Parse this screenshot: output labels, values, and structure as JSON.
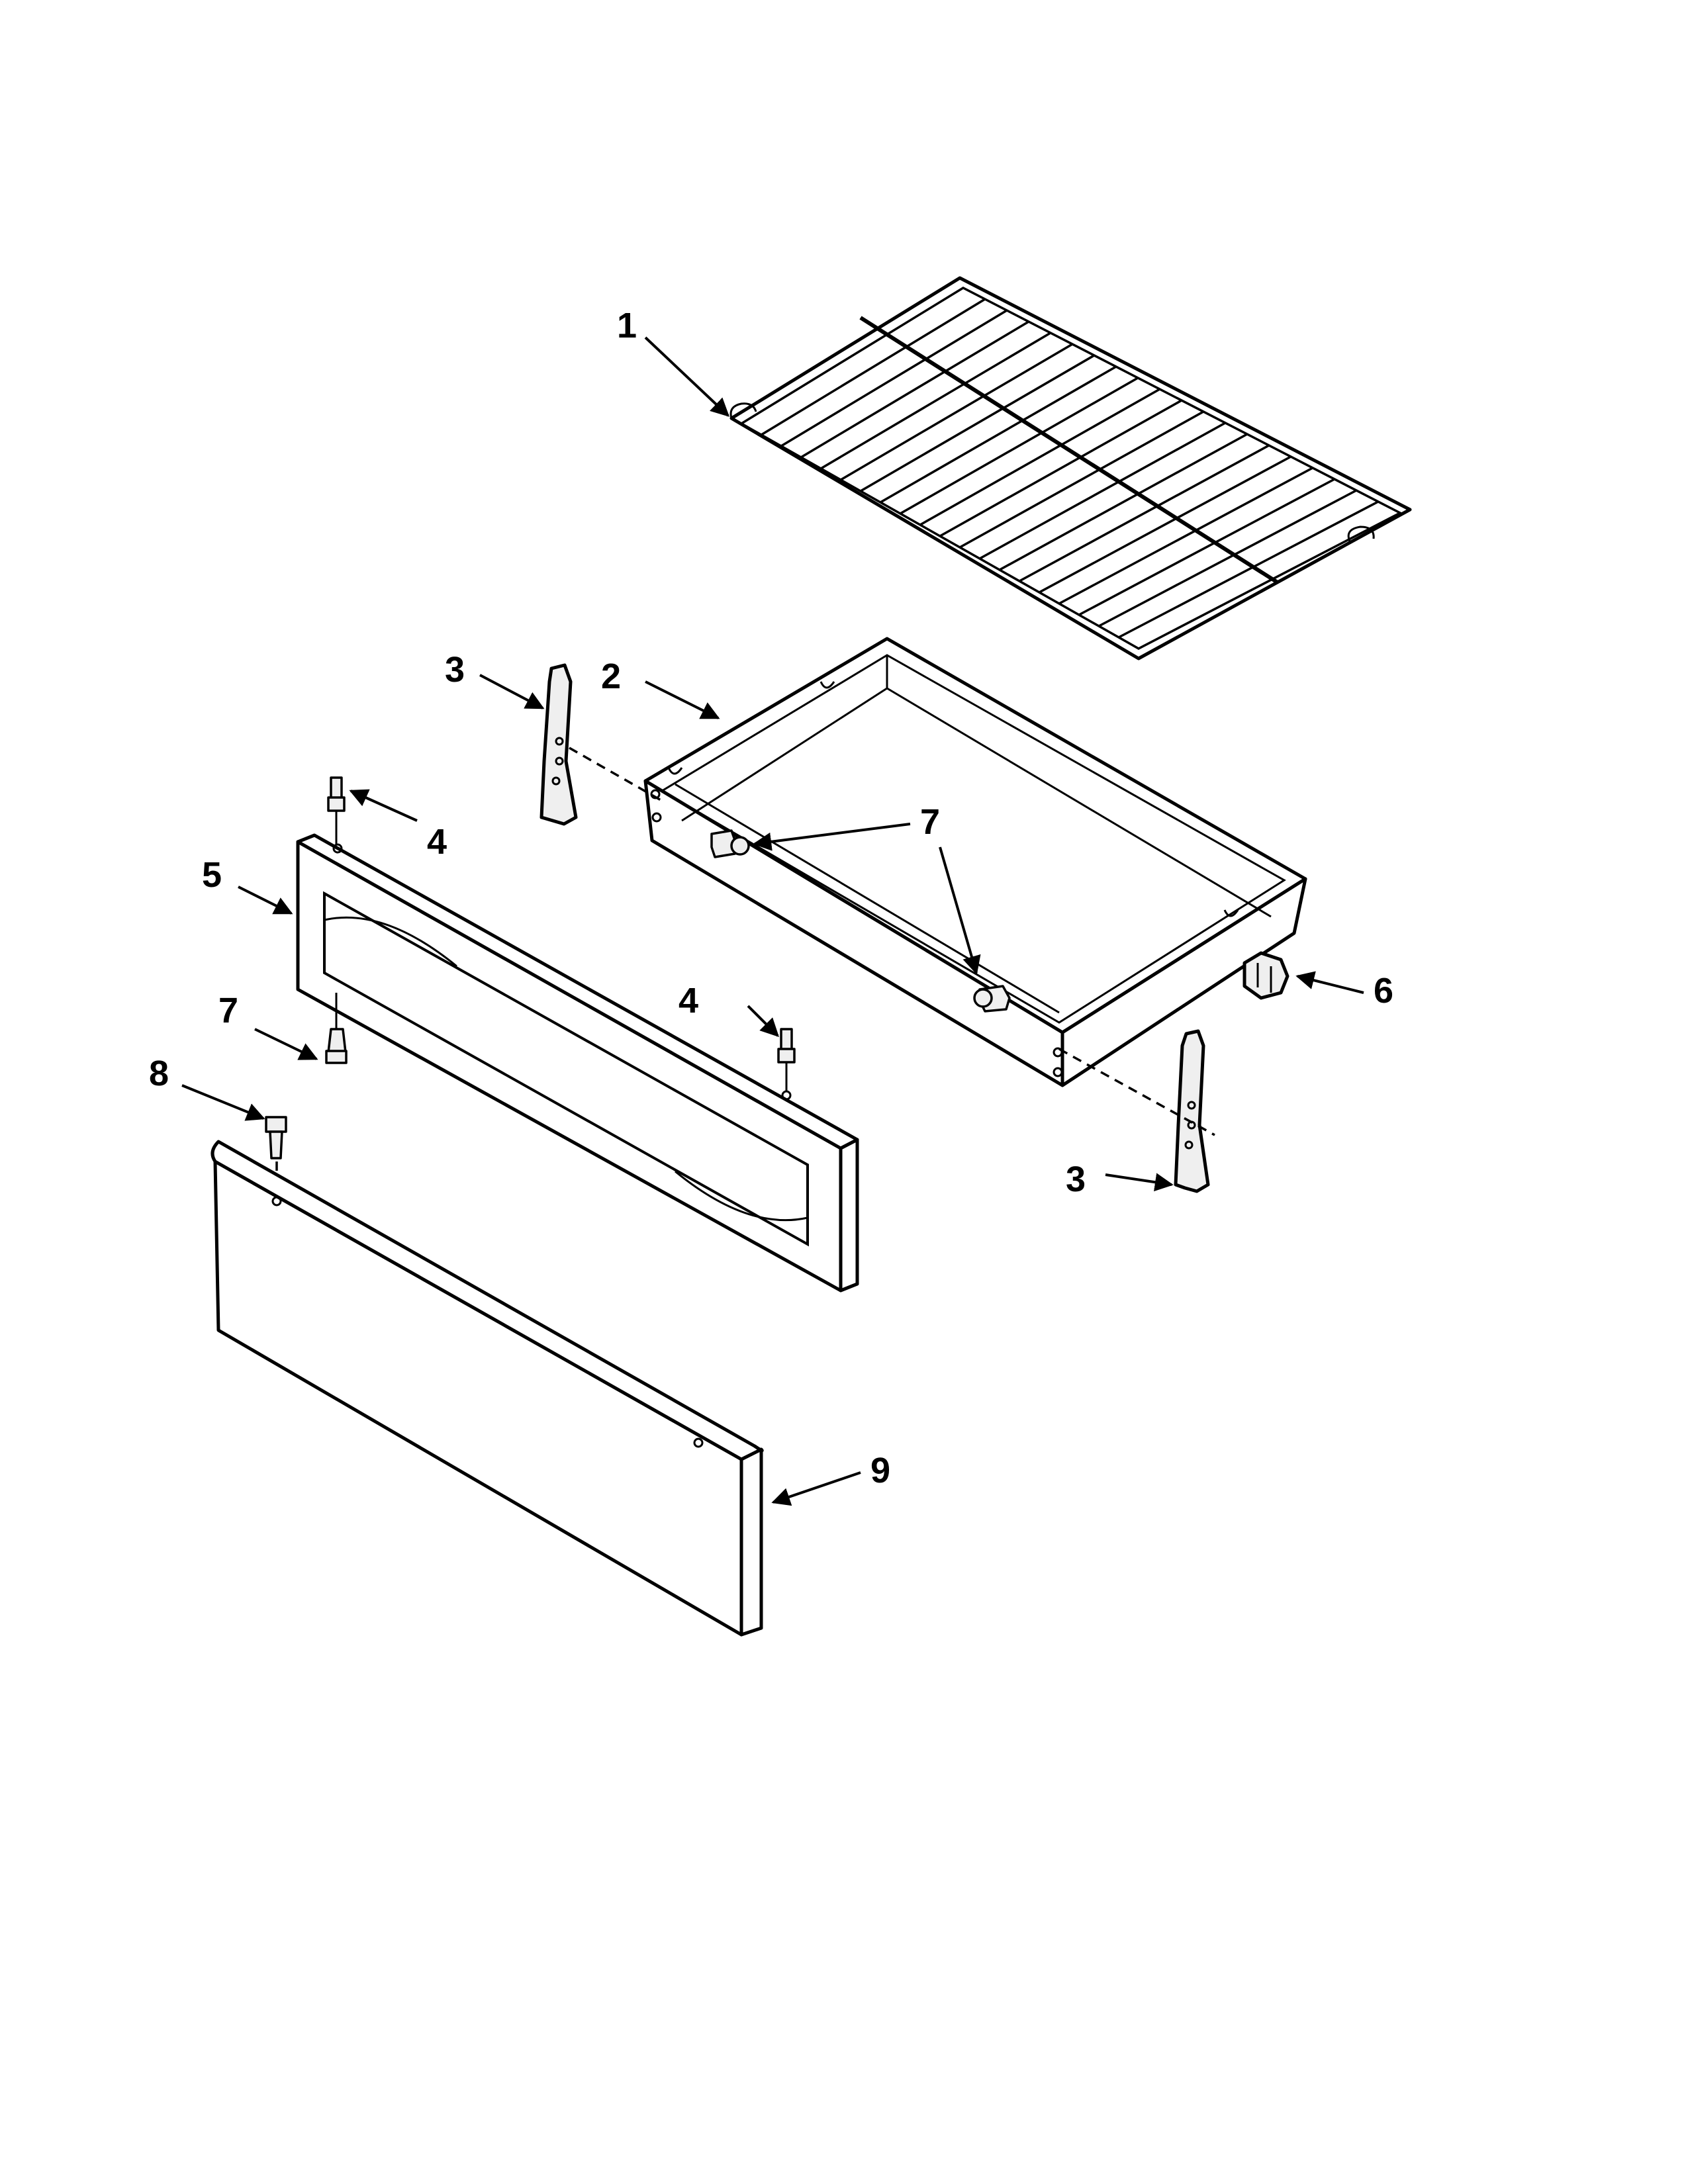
{
  "callouts": [
    {
      "id": "1",
      "label": "1"
    },
    {
      "id": "2",
      "label": "2"
    },
    {
      "id": "3a",
      "label": "3"
    },
    {
      "id": "3b",
      "label": "3"
    },
    {
      "id": "4a",
      "label": "4"
    },
    {
      "id": "4b",
      "label": "4"
    },
    {
      "id": "5",
      "label": "5"
    },
    {
      "id": "6",
      "label": "6"
    },
    {
      "id": "7a",
      "label": "7"
    },
    {
      "id": "7b",
      "label": "7"
    },
    {
      "id": "8",
      "label": "8"
    },
    {
      "id": "9",
      "label": "9"
    }
  ]
}
